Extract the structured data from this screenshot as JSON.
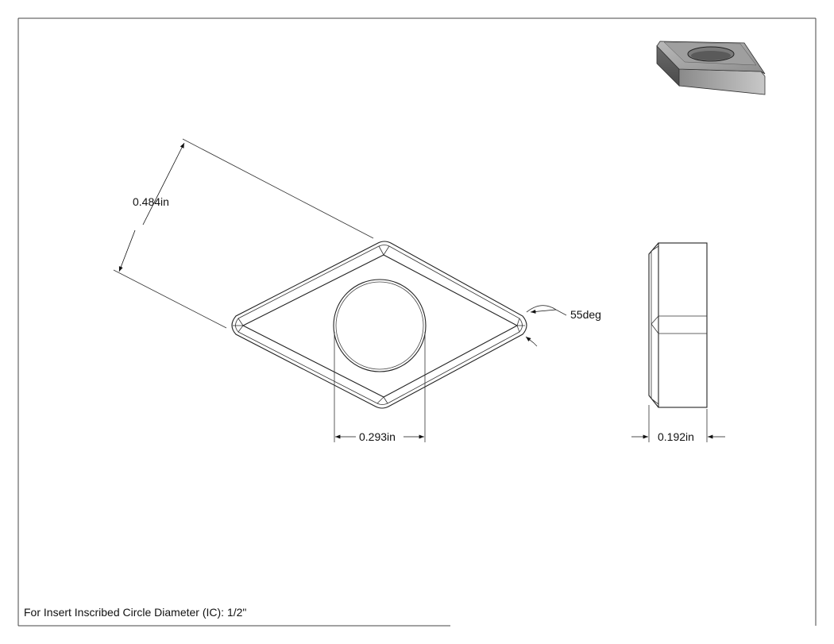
{
  "drawing": {
    "dimensions": {
      "edge_length": "0.484in",
      "corner_angle": "55deg",
      "hole_diameter": "0.293in",
      "thickness": "0.192in"
    },
    "note": "For Insert Inscribed Circle Diameter (IC): 1/2\""
  }
}
